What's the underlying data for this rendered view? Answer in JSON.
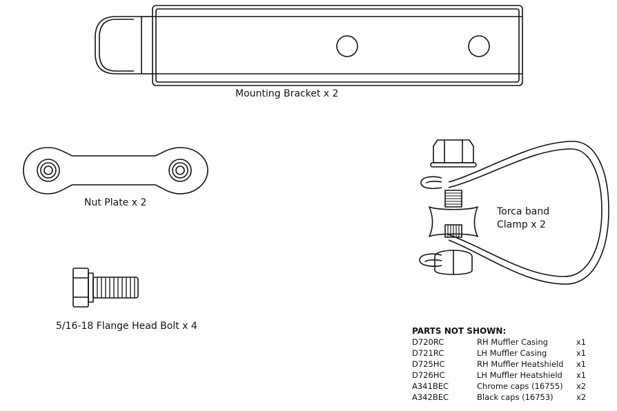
{
  "labels": {
    "mounting_bracket": "Mounting Bracket x 2",
    "nut_plate": "Nut Plate x 2",
    "bolt": "5/16-18 Flange Head Bolt  x 4",
    "torca_line1": "Torca band",
    "torca_line2": "Clamp x 2"
  },
  "parts_not_shown": {
    "title": "PARTS NOT SHOWN:",
    "rows": [
      {
        "part": "D720RC",
        "desc": "RH Muffler Casing",
        "qty": "x1"
      },
      {
        "part": "D721RC",
        "desc": "LH Muffler Casing",
        "qty": "x1"
      },
      {
        "part": "D725HC",
        "desc": "RH Muffler Heatshield",
        "qty": "x1"
      },
      {
        "part": "D726HC",
        "desc": "LH Muffler Heatshield",
        "qty": "x1"
      },
      {
        "part": "A341BEC",
        "desc": "Chrome caps (16755)",
        "qty": "x2"
      },
      {
        "part": "A342BEC",
        "desc": "Black caps (16753)",
        "qty": "x2"
      }
    ]
  }
}
